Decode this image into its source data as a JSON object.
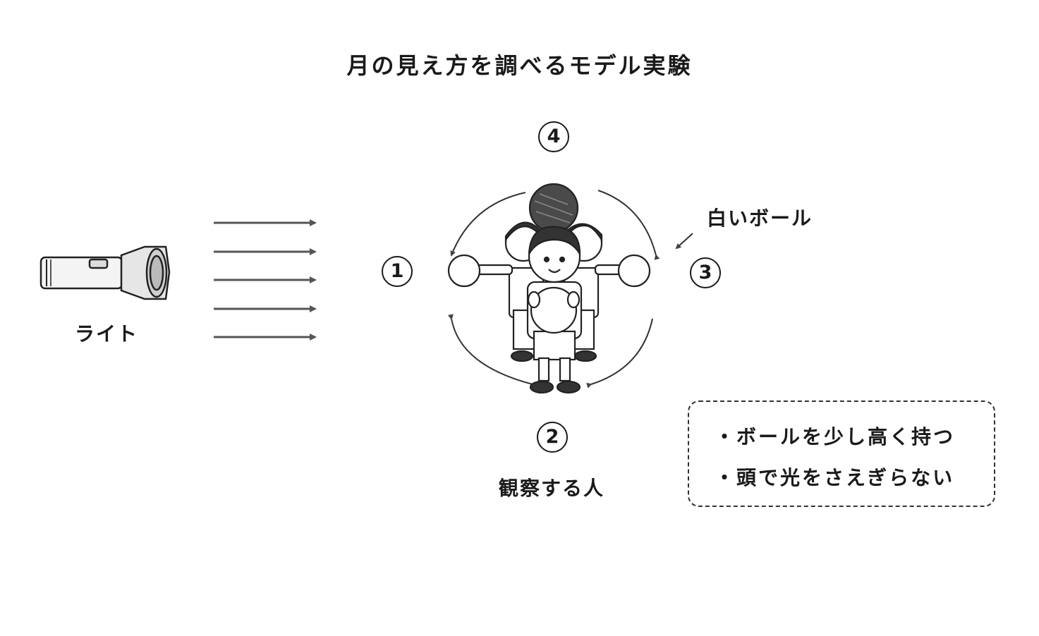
{
  "title": "月の見え方を調べるモデル実験",
  "light_label": "ライト",
  "ball_label": "白いボール",
  "observer_label": "観察する人",
  "positions": [
    "1",
    "2",
    "3",
    "4"
  ],
  "notes": [
    "・ボールを少し高く持つ",
    "・頭で光をさえぎらない"
  ]
}
